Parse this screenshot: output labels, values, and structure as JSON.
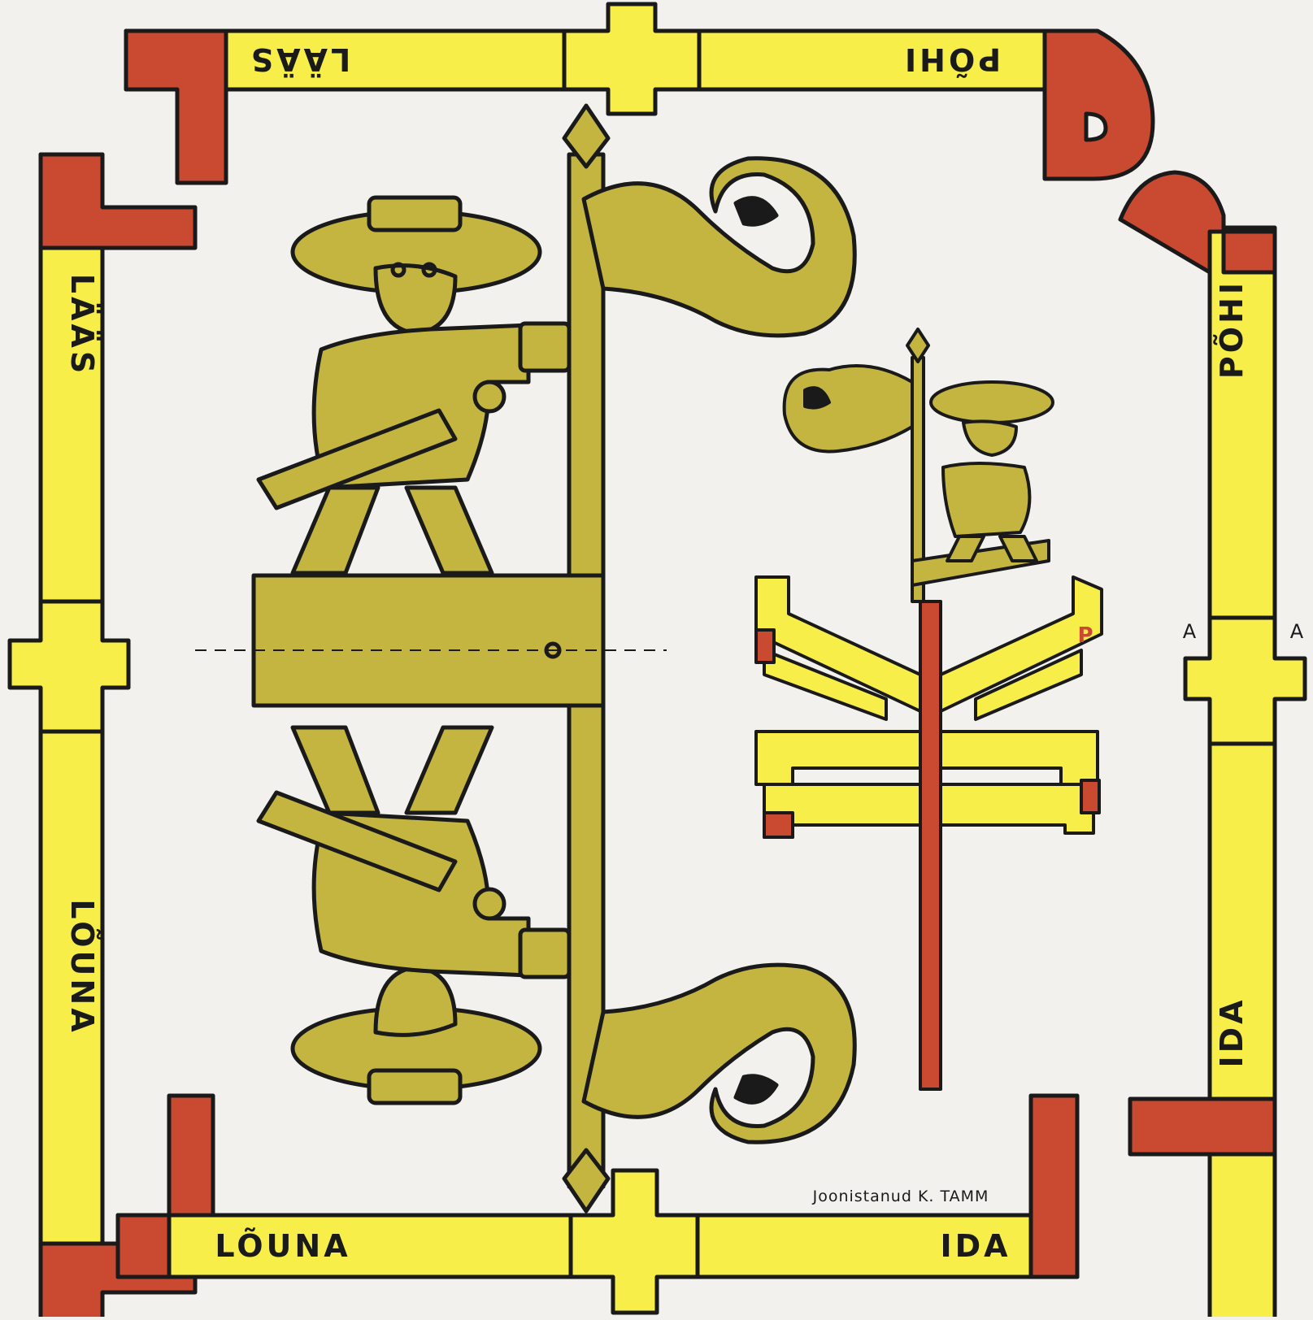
{
  "labels": {
    "top_left": "LÄÄS",
    "top_right": "PÕHI",
    "left_top": "LÄÄS",
    "left_bottom": "LÕUNA",
    "right_top": "PÕHI",
    "right_bottom": "IDA",
    "bottom_left": "LÕUNA",
    "bottom_right": "IDA"
  },
  "credit": "Joonistanud K. TAMM",
  "fold_marks": [
    "A",
    "A"
  ],
  "small_letter_p": "P",
  "colors": {
    "olive": "#c4b540",
    "yellow": "#f7ee4a",
    "red": "#c94a30",
    "outline": "#1a1a1a",
    "paper": "#f3f1ee"
  }
}
